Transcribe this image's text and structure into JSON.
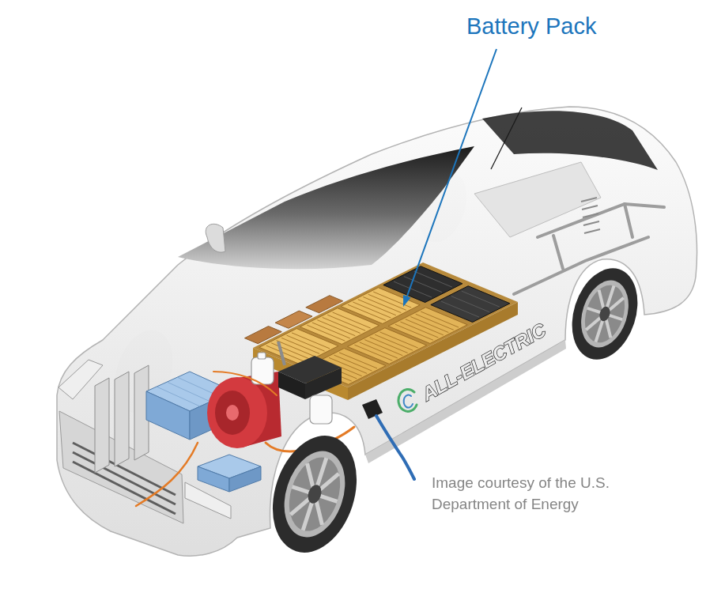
{
  "diagram": {
    "labels": [
      "Battery Pack",
      "ALL-ELECTRIC",
      "Image courtesy of the U.S. Department of Energy"
    ]
  }
}
